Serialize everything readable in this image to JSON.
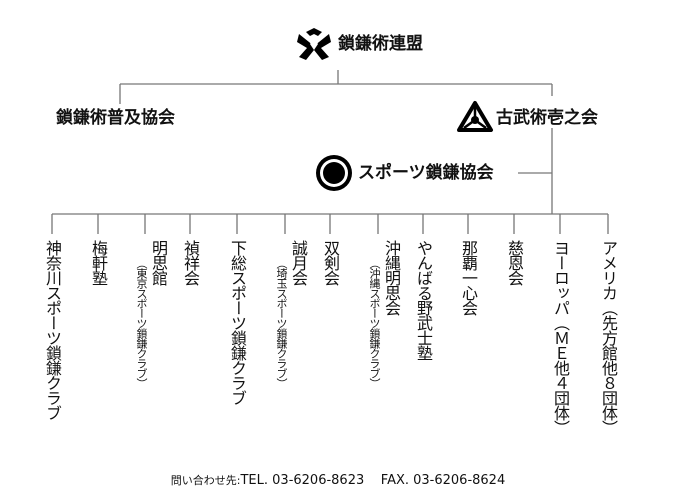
{
  "top": {
    "name": "鎖鎌術連盟"
  },
  "left_branch": {
    "name": "鎖鎌術普及協会"
  },
  "right_branch": {
    "name": "古武術壱之会"
  },
  "sports": {
    "name": "スポーツ鎖鎌協会"
  },
  "members": [
    {
      "name": "神奈川スポーツ鎖鎌クラブ",
      "sub": ""
    },
    {
      "name": "梅軒塾",
      "sub": ""
    },
    {
      "name": "明思館",
      "sub": "（東京スポーツ鎖鎌クラブ）"
    },
    {
      "name": "禎祥会",
      "sub": ""
    },
    {
      "name": "下総スポーツ鎖鎌クラブ",
      "sub": ""
    },
    {
      "name": "誠月会",
      "sub": "（埼玉スポーツ鎖鎌クラブ）"
    },
    {
      "name": "双剣会",
      "sub": ""
    },
    {
      "name": "沖縄明思会",
      "sub": "（沖縄スポーツ鎖鎌クラブ）"
    },
    {
      "name": "やんばる野武士塾",
      "sub": ""
    },
    {
      "name": "那覇一心会",
      "sub": ""
    },
    {
      "name": "慈恩会",
      "sub": ""
    },
    {
      "name": "ヨーロッパ（ＭＥ他４団体）",
      "sub": ""
    },
    {
      "name": "アメリカ（先方館他８団体）",
      "sub": ""
    }
  ],
  "footer": {
    "label": "問い合わせ先:",
    "tel": "TEL. 03-6206-8623",
    "fax": "FAX. 03-6206-8624"
  },
  "colors": {
    "line": "#777777",
    "text": "#111111",
    "logo": "#000000"
  },
  "icons": {
    "top_logo": "kama-crest-icon",
    "right_logo": "triangle-crest-icon",
    "sports_logo": "target-circle-icon"
  }
}
